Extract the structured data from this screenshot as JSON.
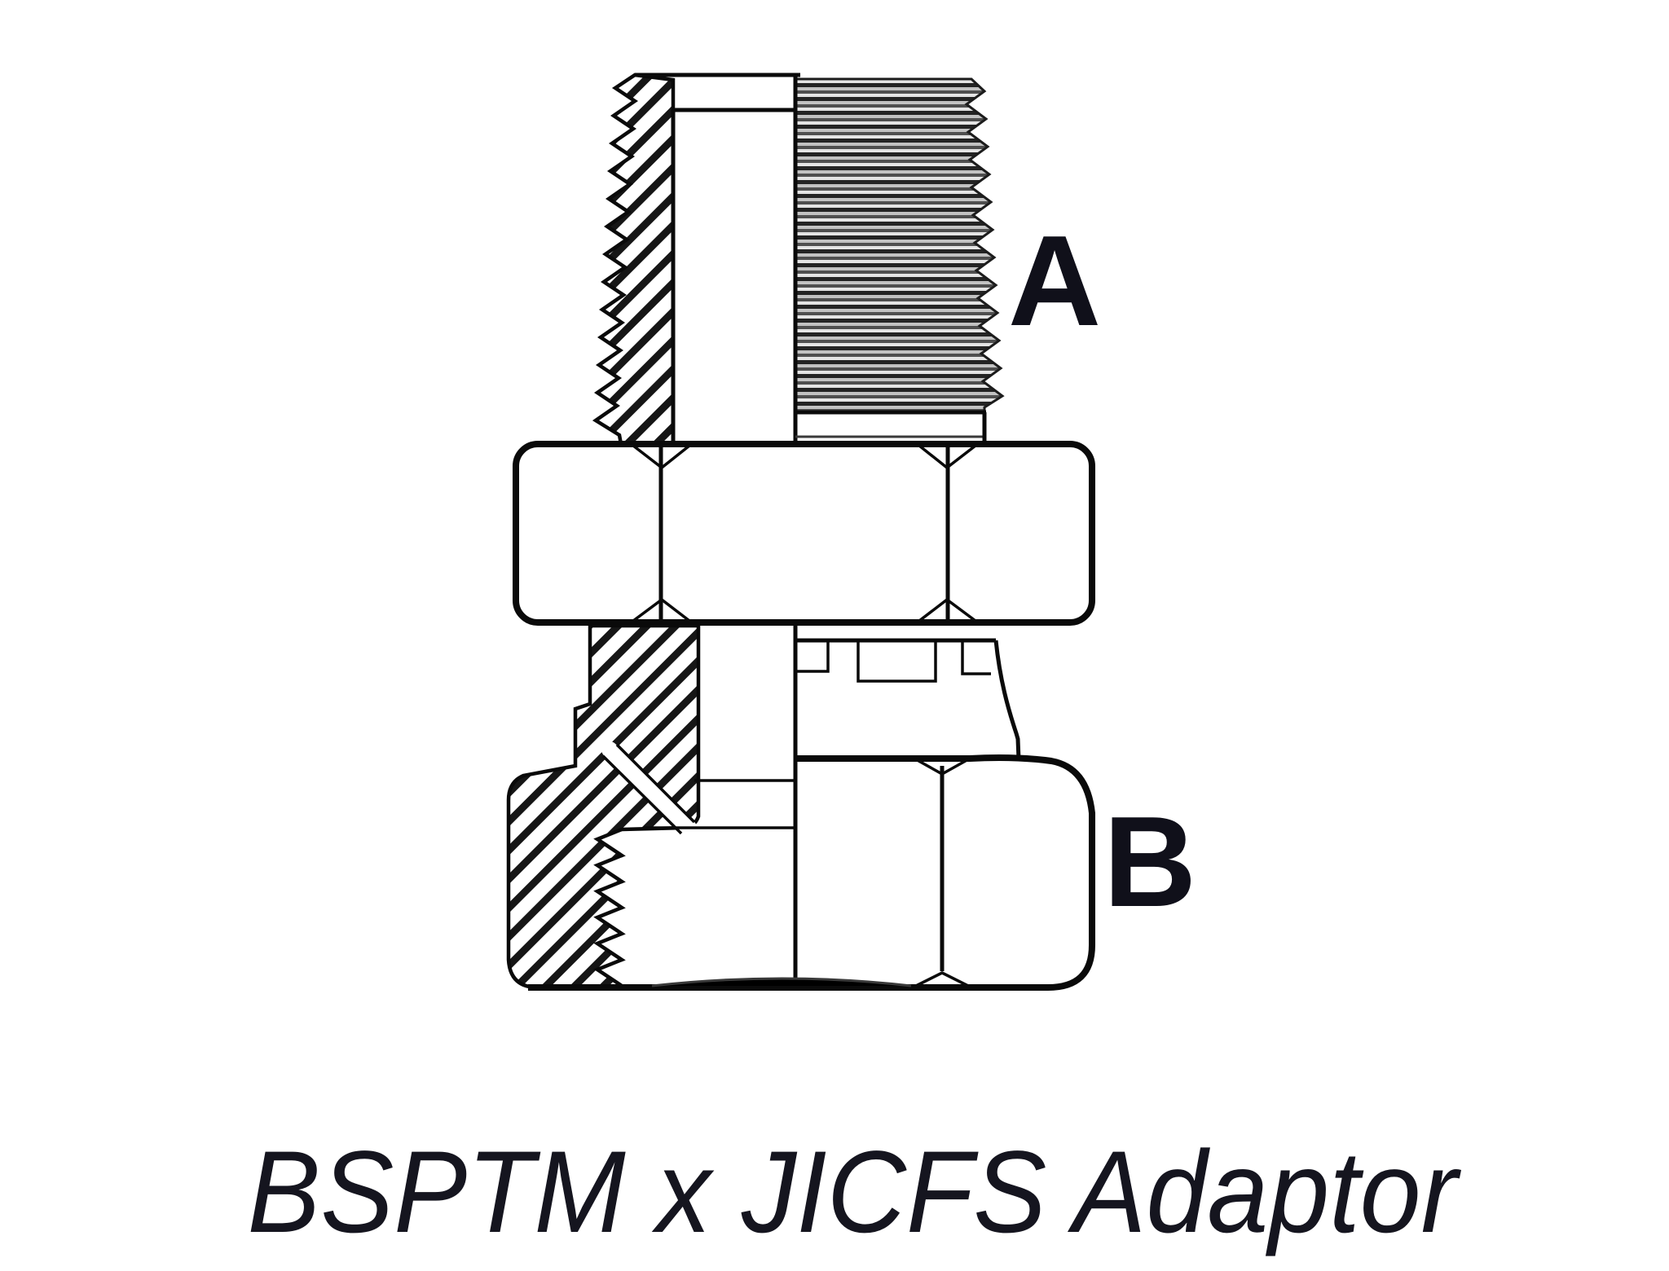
{
  "figure": {
    "kind": "technical-line-drawing",
    "caption": "BSPTM x JICFS Adaptor",
    "port_labels": {
      "a": "A",
      "b": "B"
    },
    "colors": {
      "background": "#ffffff",
      "line": "#0a0a0a",
      "label_text": "#10101a",
      "caption_text": "#15151f",
      "thread_shade_dark": "#242424",
      "thread_shade_mid": "#4f4f4f",
      "thread_shade_light": "#dedede"
    }
  }
}
